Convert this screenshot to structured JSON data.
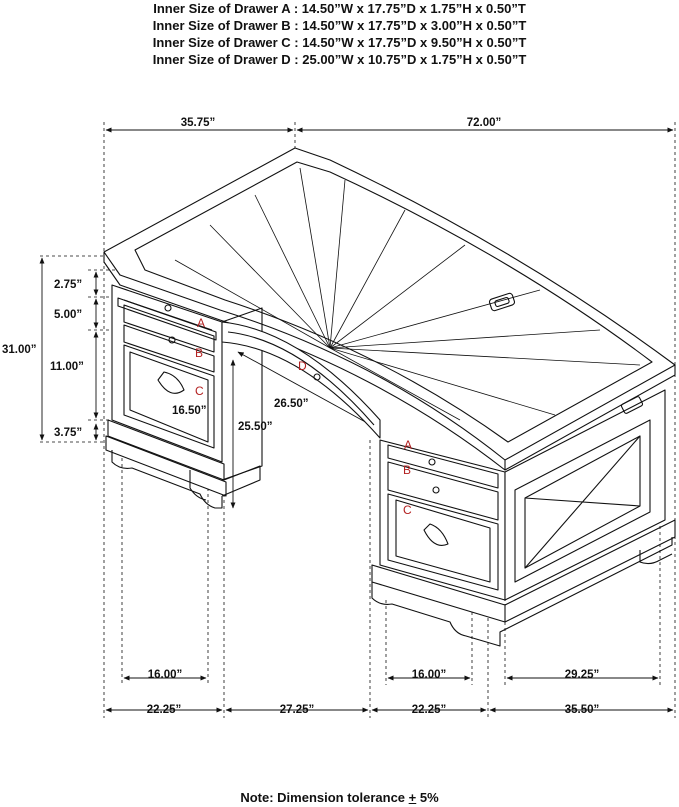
{
  "specs": [
    "Inner Size of Drawer A : 14.50”W x 17.75”D x 1.75”H x 0.50”T",
    "Inner Size of Drawer B : 14.50”W x 17.75”D x 3.00”H x 0.50”T",
    "Inner Size of Drawer C : 14.50”W x 17.75”D x 9.50”H x 0.50”T",
    "Inner Size of Drawer D : 25.00”W x 10.75”D x 1.75”H x 0.50”T"
  ],
  "dimensions": {
    "top_left_width": "35.75”",
    "top_right_width": "72.00”",
    "overall_height": "31.00”",
    "drawer_a_height": "2.75”",
    "drawer_b_height": "5.00”",
    "drawer_c_height": "11.00”",
    "base_height": "3.75”",
    "left_pedestal_depth": "16.50”",
    "kneehole_depth": "26.50”",
    "kneehole_height": "25.50”",
    "left_inner_width": "16.00”",
    "right_inner_width": "16.00”",
    "right_side_depth": "29.25”",
    "bottom_left": "22.25”",
    "bottom_kneehole": "27.25”",
    "bottom_right_pedestal": "22.25”",
    "bottom_right_side": "35.50”"
  },
  "drawer_labels": {
    "left_a": "A",
    "left_b": "B",
    "left_c": "C",
    "center_d": "D",
    "right_a": "A",
    "right_b": "B",
    "right_c": "C"
  },
  "note": {
    "prefix": "Note: Dimension tolerance ",
    "symbol": "+",
    "suffix": " 5%"
  },
  "colors": {
    "line": "#111111",
    "label": "#b32020"
  }
}
